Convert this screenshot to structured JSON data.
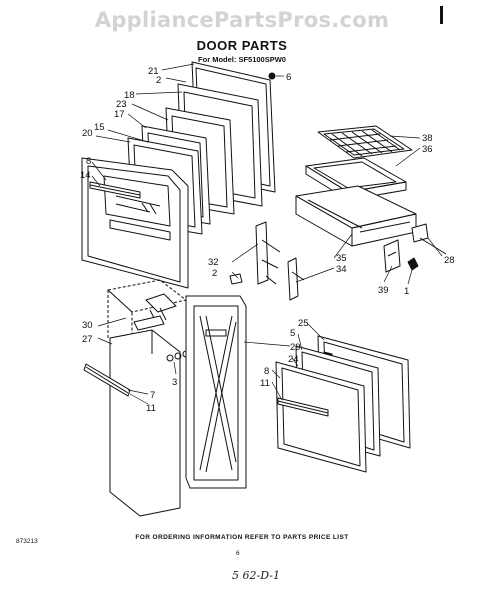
{
  "watermark": "AppliancePartsPros.com",
  "header": {
    "title": "DOOR PARTS",
    "model_line": "For Model: SF5100SPW0"
  },
  "callouts": [
    {
      "id": "c21",
      "label": "21"
    },
    {
      "id": "c2a",
      "label": "2"
    },
    {
      "id": "c6",
      "label": "6"
    },
    {
      "id": "c18",
      "label": "18"
    },
    {
      "id": "c23",
      "label": "23"
    },
    {
      "id": "c17",
      "label": "17"
    },
    {
      "id": "c20",
      "label": "20"
    },
    {
      "id": "c15",
      "label": "15"
    },
    {
      "id": "c8a",
      "label": "8"
    },
    {
      "id": "c14",
      "label": "14"
    },
    {
      "id": "c38",
      "label": "38"
    },
    {
      "id": "c36",
      "label": "36"
    },
    {
      "id": "c28",
      "label": "28"
    },
    {
      "id": "c32",
      "label": "32"
    },
    {
      "id": "c2b",
      "label": "2"
    },
    {
      "id": "c35",
      "label": "35"
    },
    {
      "id": "c34",
      "label": "34"
    },
    {
      "id": "c39",
      "label": "39"
    },
    {
      "id": "c1",
      "label": "1"
    },
    {
      "id": "c30",
      "label": "30"
    },
    {
      "id": "c27",
      "label": "27"
    },
    {
      "id": "c29",
      "label": "29"
    },
    {
      "id": "c5",
      "label": "5"
    },
    {
      "id": "c25",
      "label": "25"
    },
    {
      "id": "c24",
      "label": "24"
    },
    {
      "id": "c3",
      "label": "3"
    },
    {
      "id": "c7",
      "label": "7"
    },
    {
      "id": "c11a",
      "label": "11"
    },
    {
      "id": "c8b",
      "label": "8"
    },
    {
      "id": "c11b",
      "label": "11"
    }
  ],
  "footer": {
    "ordering_note": "FOR ORDERING INFORMATION REFER TO PARTS PRICE LIST",
    "diagram_code": "873213",
    "page_number": "6",
    "handwritten": "5 62-D-1"
  }
}
